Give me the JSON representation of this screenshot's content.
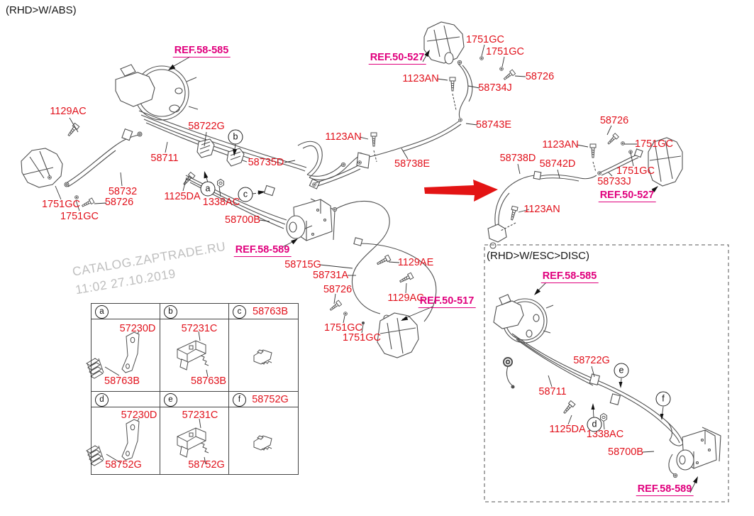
{
  "title": "(RHD>W/ABS)",
  "watermark": {
    "line1": "CATALOG.ZAPTRADE.RU",
    "line2": "11:02 27.10.2019"
  },
  "colors": {
    "part_label_red": "#e1121c",
    "ref_label_magenta": "#e0007d",
    "line_art_gray": "#4f4f4f",
    "arrow_red": "#e31414",
    "watermark_gray": "#bfbfbf"
  },
  "main_labels": [
    "REF.58-585",
    "1129AC",
    "58722G",
    "58711",
    "58732",
    "1125DA",
    "58726",
    "1751GC",
    "1751GC",
    "1338AC",
    "58735D",
    "58700B",
    "REF.58-589",
    "58715G",
    "58731A",
    "1123AN",
    "58738E",
    "REF.50-527",
    "1123AN",
    "58734J",
    "1751GC",
    "1751GC",
    "58726",
    "58743E",
    "1129AE",
    "58726",
    "1129AC",
    "REF.50-517",
    "1751GC",
    "1751GC",
    "58738D",
    "58742D",
    "1123AN",
    "58726",
    "1751GC",
    "1751GC",
    "58733J",
    "REF.50-527",
    "1123AN"
  ],
  "inset": {
    "title": "(RHD>W/ESC>DISC)",
    "labels": [
      "REF.58-585",
      "58722G",
      "58711",
      "1125DA",
      "1338AC",
      "58700B",
      "REF.58-589"
    ]
  },
  "table": {
    "cells": [
      {
        "letter": "a",
        "top": "57230D",
        "bottom": "58763B",
        "header": ""
      },
      {
        "letter": "b",
        "top": "57231C",
        "bottom": "58763B",
        "header": ""
      },
      {
        "letter": "c",
        "top": "",
        "bottom": "",
        "header": "58763B"
      },
      {
        "letter": "d",
        "top": "57230D",
        "bottom": "58752G",
        "header": ""
      },
      {
        "letter": "e",
        "top": "57231C",
        "bottom": "58752G",
        "header": ""
      },
      {
        "letter": "f",
        "top": "",
        "bottom": "",
        "header": "58752G"
      }
    ]
  }
}
